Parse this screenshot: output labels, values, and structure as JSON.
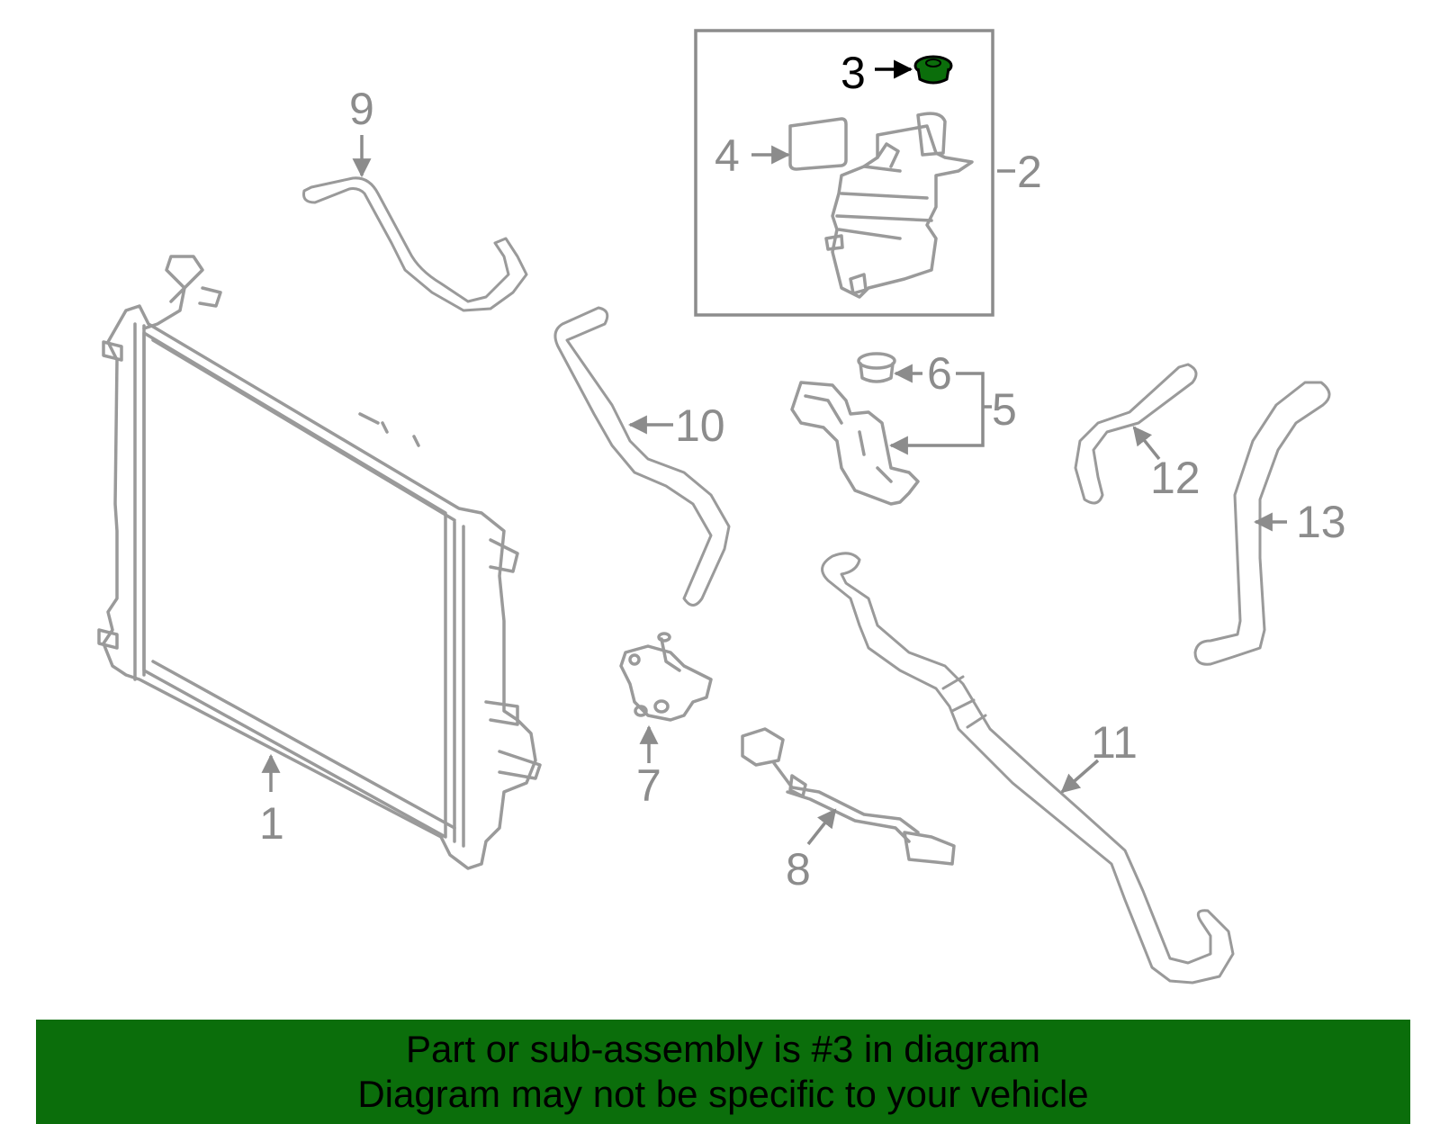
{
  "callouts": {
    "p1": "1",
    "p2": "2",
    "p3": "3",
    "p4": "4",
    "p5": "5",
    "p6": "6",
    "p7": "7",
    "p8": "8",
    "p9": "9",
    "p10": "10",
    "p11": "11",
    "p12": "12",
    "p13": "13"
  },
  "highlight": {
    "part": "3",
    "color": "#0b6e0b"
  },
  "banner": {
    "line1": "Part or sub-assembly is #3 in diagram",
    "line2": "Diagram may not be specific to your vehicle",
    "color": "#0b6e0b"
  }
}
